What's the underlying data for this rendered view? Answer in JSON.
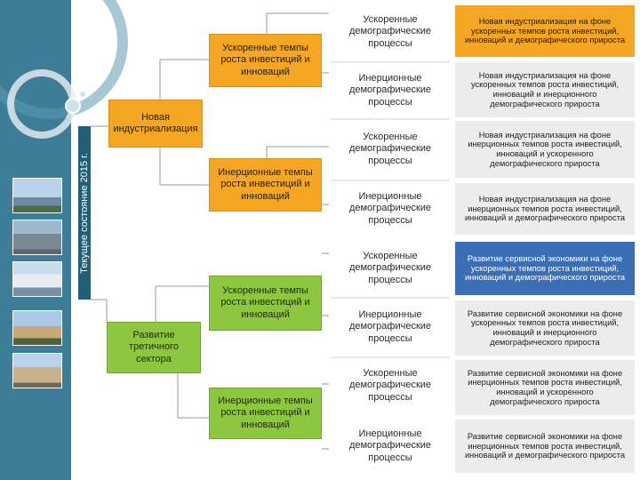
{
  "sidebar": {
    "vertical_label": "Текущее состояние 2015 г.",
    "photos": [
      "city-photo-1",
      "city-photo-2",
      "city-photo-3",
      "city-photo-4",
      "city-photo-5"
    ]
  },
  "colors": {
    "orange": "#f5a623",
    "green": "#8dc63f",
    "blue": "#3a6fb5",
    "teal": "#3e7d97",
    "gray": "#ececec"
  },
  "branches": [
    {
      "label": "Новая индустриализация",
      "color": "orange",
      "children": [
        {
          "label": "Ускоренные темпы роста инвестиций и инноваций",
          "outcomes": [
            {
              "label": "Ускоренные демографические процессы",
              "result": "Новая индустриализация на фоне ускоренных темпов роста инвестиций, инноваций и демографического прироста"
            },
            {
              "label": "Инерционные демографические процессы",
              "result": "Новая индустриализация на фоне ускоренных темпов роста инвестиций, инноваций и инерционного демографического прироста"
            }
          ]
        },
        {
          "label": "Инерционные темпы роста инвестиций и инноваций",
          "outcomes": [
            {
              "label": "Ускоренные демографические процессы",
              "result": "Новая индустриализация на фоне инерционных темпов роста инвестиций, инноваций и ускоренного демографического прироста"
            },
            {
              "label": "Инерционные демографические процессы",
              "result": "Новая индустриализация на фоне инерционных темпов роста инвестиций, инноваций и демографического прироста"
            }
          ]
        }
      ]
    },
    {
      "label": "Развитие третичного сектора",
      "color": "green",
      "children": [
        {
          "label": "Ускоренные темпы роста инвестиций и инноваций",
          "outcomes": [
            {
              "label": "Ускоренные демографические процессы",
              "result": "Развитие сервисной экономики на фоне ускоренных темпов роста инвестиций, инноваций и демографического прироста"
            },
            {
              "label": "Инерционные демографические процессы",
              "result": "Развитие сервисной экономики на фоне ускоренных темпов роста инвестиций, инноваций и инерционного демографического прироста"
            }
          ]
        },
        {
          "label": "Инерционные темпы роста инвестиций и инноваций",
          "outcomes": [
            {
              "label": "Ускоренные демографические процессы",
              "result": "Развитие сервисной экономики на фоне инерционных темпов роста инвестиций, инноваций и ускоренного демографического прироста"
            },
            {
              "label": "Инерционные демографические процессы",
              "result": "Развитие сервисной экономики на фоне инерционных темпов роста инвестиций, инноваций и демографического прироста"
            }
          ]
        }
      ]
    }
  ]
}
